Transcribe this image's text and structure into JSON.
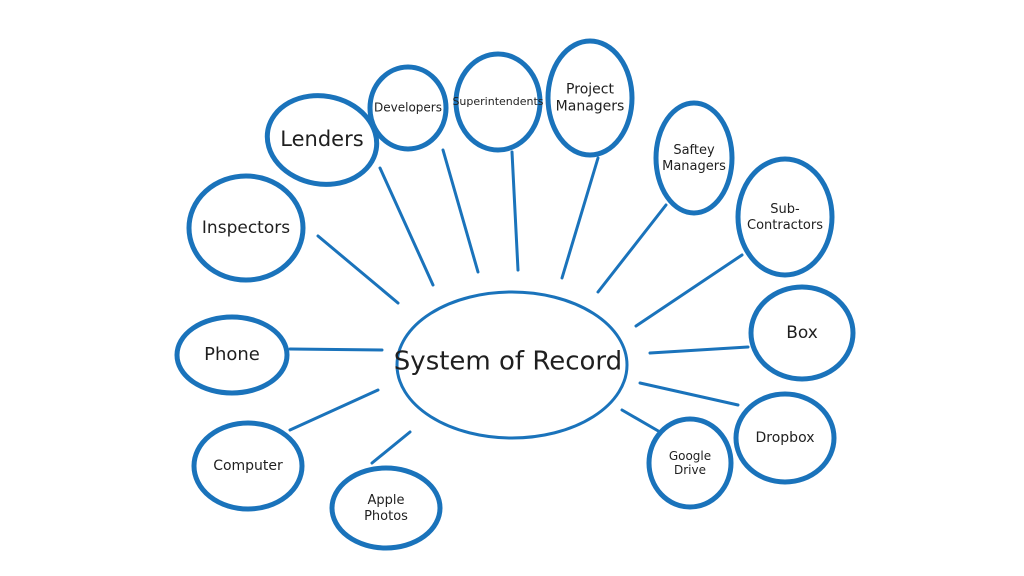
{
  "diagram": {
    "center": {
      "label": "System of Record"
    },
    "nodes": [
      {
        "id": "lenders",
        "label": "Lenders"
      },
      {
        "id": "developers",
        "label": "Developers"
      },
      {
        "id": "superintendents",
        "label": "Superintendents"
      },
      {
        "id": "project-managers",
        "label": "Project Managers",
        "lines": [
          "Project",
          "Managers"
        ]
      },
      {
        "id": "saftey-managers",
        "label": "Saftey Managers",
        "lines": [
          "Saftey",
          "Managers"
        ]
      },
      {
        "id": "sub-contractors",
        "label": "Sub-Contractors",
        "lines": [
          "Sub-",
          "Contractors"
        ]
      },
      {
        "id": "inspectors",
        "label": "Inspectors"
      },
      {
        "id": "phone",
        "label": "Phone"
      },
      {
        "id": "box",
        "label": "Box"
      },
      {
        "id": "dropbox",
        "label": "Dropbox"
      },
      {
        "id": "google-drive",
        "label": "Google Drive",
        "lines": [
          "Google",
          "Drive"
        ]
      },
      {
        "id": "apple-photos",
        "label": "Apple Photos",
        "lines": [
          "Apple",
          "Photos"
        ]
      },
      {
        "id": "computer",
        "label": "Computer"
      }
    ],
    "colors": {
      "stroke": "#1a73bb",
      "text": "#1f1f1f",
      "background": "#ffffff"
    }
  }
}
